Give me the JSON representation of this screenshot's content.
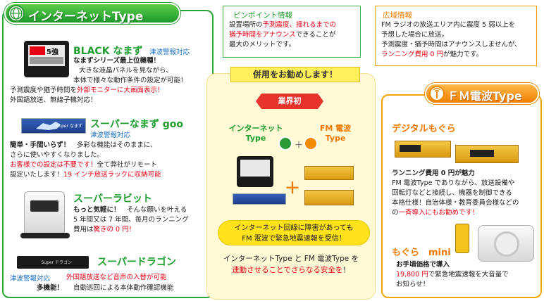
{
  "left": {
    "header": "インターネットType",
    "black": {
      "title": "BLACK なまず",
      "badge": "津波警報対応",
      "lines": [
        {
          "text": "なまずシリーズ最上位機種！",
          "style": "bold"
        },
        {
          "text": "大きな液晶パネルを見ながら、",
          "style": "normal"
        },
        {
          "text": "本体で様々な動作条件の設定が可能！",
          "style": "normal"
        }
      ],
      "line4a": "予測震度や猶予時間を",
      "line4b": "外部モニターに大画面表示！",
      "line5": "外国語放送、無線子機対応！"
    },
    "goo": {
      "title": "スーパーなまず goo",
      "badge": "津波警報対応",
      "line1a": "簡単・手間いらず！",
      "line1b": "　多彩な機能はそのままに、",
      "line2": "さらに使いやすくなりました。",
      "line3a": "お客様での設定は不要です！",
      "line3b": "全て弊社がリモート",
      "line4a": "設定いたします！",
      "line4b": "19 インチ放送ラックに収納可能"
    },
    "rabbit": {
      "title": "スーパーラビット",
      "line1a": "もっと気軽に！",
      "line1b": "　そんな願いを叶える",
      "line2": "5 年間又は 7 年間、毎月のランニング",
      "line3a": "費用は",
      "line3b": "驚きの 0 円！"
    },
    "dragon": {
      "title": "スーパードラゴン",
      "badge": "津波警報対応",
      "line1": "外国語放送など音声の入替が可能",
      "label2": "多機能！",
      "line2": "自動巡回による本体動作確認機能"
    },
    "device_labels": {
      "black_screen": "5強",
      "goo_panel": "Super なまず",
      "dragon_panel": "Super ドラゴン"
    }
  },
  "pinpoint": {
    "title": "ピンポイント情報",
    "line1a": "設置場所の",
    "line1b": "予測震度、揺れるまでの",
    "line2a": "猶予時間をアナウンス",
    "line2b": "できることが",
    "line3": "最大のメリットです。"
  },
  "kouiki": {
    "title": "広域情報",
    "lines": [
      "FM ラジオの放送エリア内に震度 5 弱以上を",
      "予想した場合に放送。",
      "予測震度・猶予時間はアナウンスしませんが、"
    ],
    "line4a": "ランニング費用 0 円",
    "line4b": "が魅力です。"
  },
  "center": {
    "banner": "併用をお勧めします！",
    "gyokai": "業界初",
    "internet_label": "インターネット\nType",
    "fm_label": "FM 電波\nType",
    "plus": "＋",
    "pill_line1": "インターネット回線に障害があっても",
    "pill_line2": "FM 電波で緊急地震速報を受信！",
    "note_line1": "インターネットType と FM 電波Type を",
    "note_line2a": "連動させることでさらなる安全を",
    "note_line2b": "！"
  },
  "right": {
    "header": "ＦＭ電波Type",
    "digital": {
      "title": "デジタルもぐら",
      "line1": "ランニング費用 0 円が魅力",
      "lines": [
        "FM 電波Type でありながら、放送設備や",
        "回転灯などと接続し、機器を制御できる",
        "本格仕様！自治体様・教育委員会様などの"
      ],
      "line5a": "の",
      "line5b": "一斉導入にもお勧めです！"
    },
    "mini": {
      "title": "もぐら　mini",
      "line1": "お手頃価格で導入",
      "line2a": "19,800 円",
      "line2b": "で緊急地震速報を大音量で",
      "line3": "お知らせ！"
    }
  },
  "colors": {
    "internet_green": "#1e9e2e",
    "fm_orange": "#f07800",
    "alert_red": "#e60012",
    "badge_blue": "#1a6fc2"
  }
}
